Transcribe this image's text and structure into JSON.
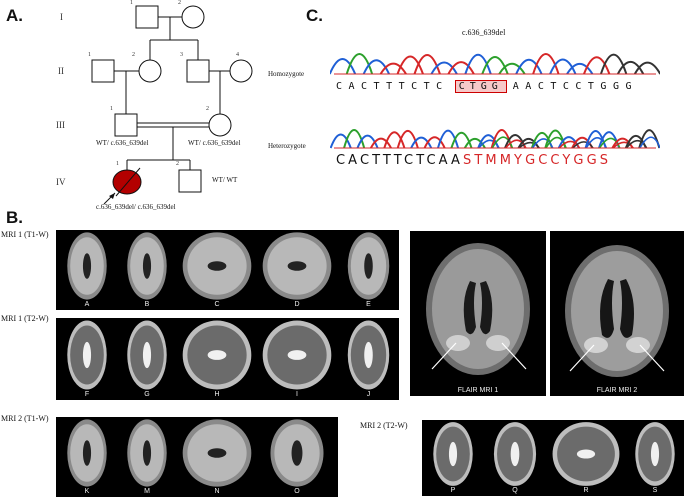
{
  "panelA": {
    "label": "A.",
    "generations": [
      "I",
      "II",
      "III",
      "IV"
    ],
    "ids": {
      "g1_1": "1",
      "g1_2": "2",
      "g2_1": "1",
      "g2_2": "2",
      "g2_3": "3",
      "g2_4": "4",
      "g3_1": "1",
      "g3_2": "2",
      "g4_1": "1",
      "g4_2": "2"
    },
    "genotypes": {
      "g3_1": "WT/ c.636_639del",
      "g3_2": "WT/ c.636_639del",
      "g4_1": "c.636_639del/ c.636_639del",
      "g4_2": "WT/ WT"
    }
  },
  "panelC": {
    "label": "C.",
    "mutation": "c.636_639del",
    "homozygote_label": "Homozygote",
    "heterozygote_label": "Heterozygote",
    "homo_before": "CACTTTCTC",
    "homo_deleted": "CTGG",
    "homo_after": "AACTCCTGGG",
    "hetero_black": "CACTTTCTCAA",
    "hetero_red": "STMMYGCCYGGS",
    "colors": {
      "A": "#2ca02c",
      "C": "#1f5fd6",
      "G": "#333333",
      "T": "#d62728",
      "mutant": "#d62728"
    }
  },
  "panelB": {
    "label": "B.",
    "row1_label": "MRI 1 (T1-W)",
    "row1": [
      "A",
      "B",
      "C",
      "D",
      "E"
    ],
    "row2_label": "MRI 1 (T2-W)",
    "row2": [
      "F",
      "G",
      "H",
      "I",
      "J"
    ],
    "row3_label": "MRI 2 (T1-W)",
    "row3": [
      "K",
      "M",
      "N",
      "O"
    ],
    "row4_label": "MRI 2 (T2-W)",
    "row4": [
      "P",
      "Q",
      "R",
      "S"
    ],
    "flair1": "FLAIR MRI  1",
    "flair2": "FLAIR MRI 2"
  }
}
